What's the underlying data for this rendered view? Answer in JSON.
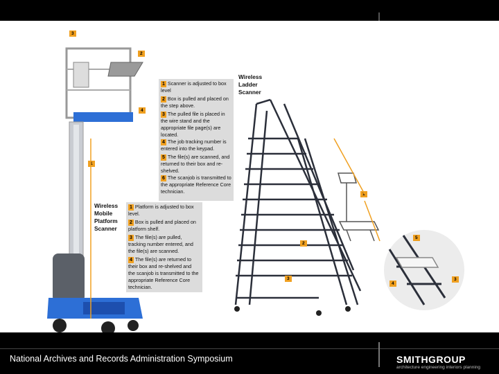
{
  "footer": {
    "title": "National Archives and Records Administration Symposium",
    "logo_name": "SMITHGROUP",
    "logo_tagline": "architecture engineering interiors planning"
  },
  "ladder": {
    "title": "Wireless Ladder Scanner",
    "callouts": [
      "1",
      "2",
      "3",
      "5",
      "4",
      "3"
    ],
    "steps": [
      {
        "num": "1",
        "text": "Scanner is adjusted to box level"
      },
      {
        "num": "2",
        "text": "Box is pulled and placed on the step above."
      },
      {
        "num": "3",
        "text": "The pulled file is placed in the wire stand and the appropriate file page(s) are located."
      },
      {
        "num": "4",
        "text": "The job tracking number is entered into the keypad."
      },
      {
        "num": "5",
        "text": "The file(s) are scanned, and returned to their box and re-shelved."
      },
      {
        "num": "6",
        "text": "The scanjob is transmitted to the appropriate Reference Core technician."
      }
    ]
  },
  "platform": {
    "title": "Wireless Mobile Platform Scanner",
    "callouts": [
      "3",
      "2",
      "4",
      "1"
    ],
    "steps": [
      {
        "num": "1",
        "text": "Platform is adjusted to box level."
      },
      {
        "num": "2",
        "text": "Box is pulled and placed on platform shelf."
      },
      {
        "num": "3",
        "text": "The file(s) are pulled, tracking number entered, and the file(s) are scanned."
      },
      {
        "num": "4",
        "text": "The file(s) are returned to their box and re-shelved and the scanjob is transmitted to the appropriate Reference Core technician."
      }
    ]
  },
  "colors": {
    "accent": "#f0a020",
    "lift_blue": "#2d6fd6",
    "ladder": "#2b2f3a"
  }
}
